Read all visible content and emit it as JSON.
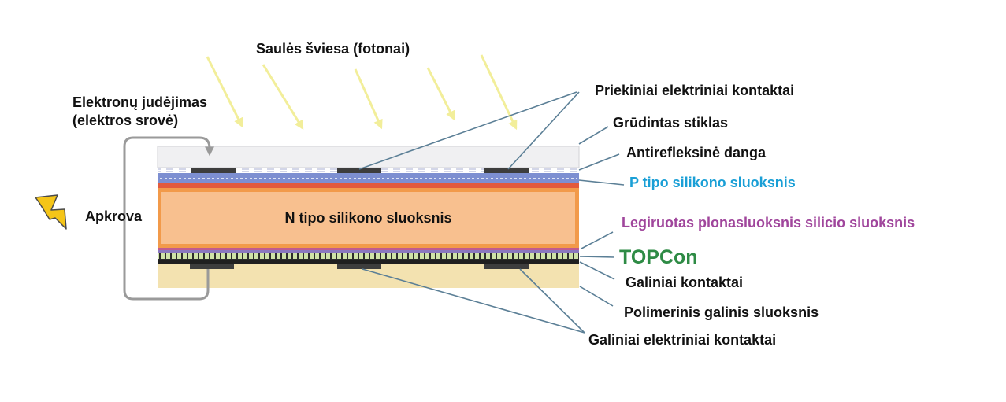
{
  "labels": {
    "sunlight": "Saulės šviesa (fotonai)",
    "electron_flow_line1": "Elektronų judėjimas",
    "electron_flow_line2": "(elektros srovė)",
    "load": "Apkrova",
    "n_layer": "N tipo silikono sluoksnis",
    "front_contacts": "Priekiniai elektriniai kontaktai",
    "tempered_glass": "Grūdintas stiklas",
    "anti_reflective": "Antirefleksinė danga",
    "p_layer": "P tipo silikono sluoksnis",
    "doped_thin_layer": "Legiruotas plonasluoksnis silicio sluoksnis",
    "topcon": "TOPCon",
    "rear_contacts": "Galiniai kontaktai",
    "polymer_backsheet": "Polimerinis galinis sluoksnis",
    "rear_electrical_contacts": "Galiniai elektriniai kontaktai"
  },
  "colors": {
    "p_label": "#1a9fd6",
    "doped_label": "#a0469c",
    "topcon_label": "#2e8b45",
    "sun_rays": "#f2ee9a",
    "n_layer": "#f8c08f",
    "n_layer_border": "#f29a4a",
    "p_layer": "#7d8fd1",
    "glass": "#f0f0f2",
    "backsheet": "#f3e2b0",
    "contacts": "#3d3d3d",
    "leader_lines": "#5b7f96",
    "circuit": "#9a9a9a",
    "lightning": "#f5c518"
  }
}
